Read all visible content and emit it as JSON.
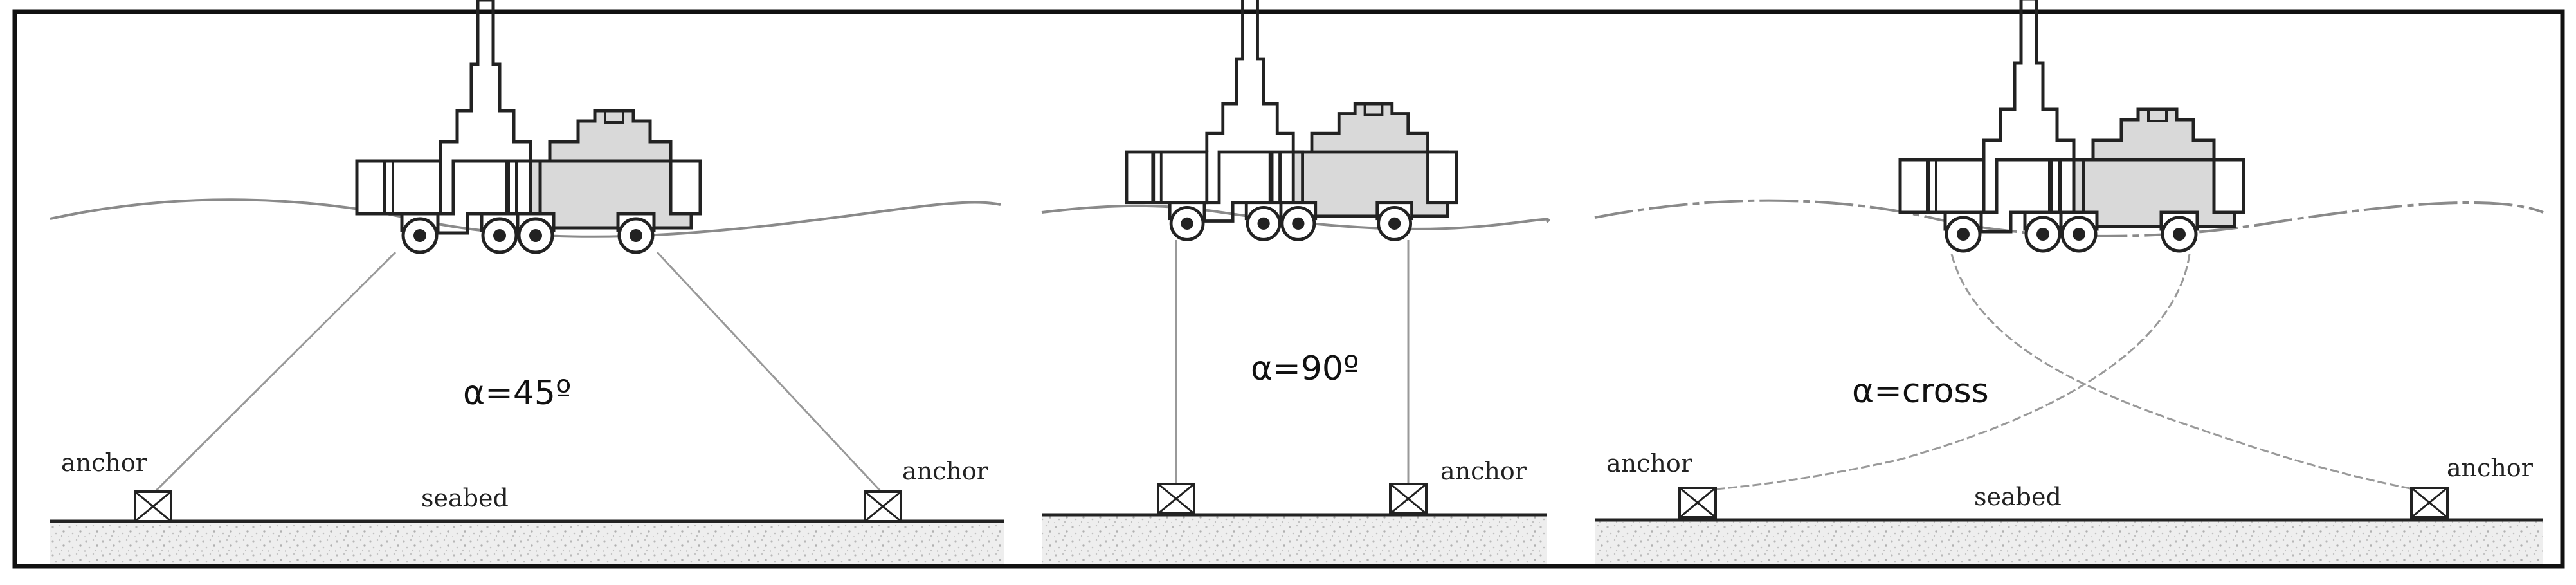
{
  "panels": [
    {
      "id": "panel-45",
      "alpha_label": "α=45º",
      "anchor_left_label": "anchor",
      "anchor_right_label": "anchor",
      "seabed_label": "seabed"
    },
    {
      "id": "panel-90",
      "alpha_label": "α=90º",
      "anchor_left_label": "",
      "anchor_right_label": "anchor",
      "seabed_label": ""
    },
    {
      "id": "panel-cross",
      "alpha_label": "α=cross",
      "anchor_left_label": "anchor",
      "anchor_right_label": "anchor",
      "seabed_label": "seabed"
    }
  ],
  "colors": {
    "frame": "#111111",
    "ink": "#222222",
    "hull_fill": "#d9d9d9",
    "mooring_line": "#999999",
    "water_line": "#8a8a8a",
    "seabed_fill": "#ececec"
  }
}
